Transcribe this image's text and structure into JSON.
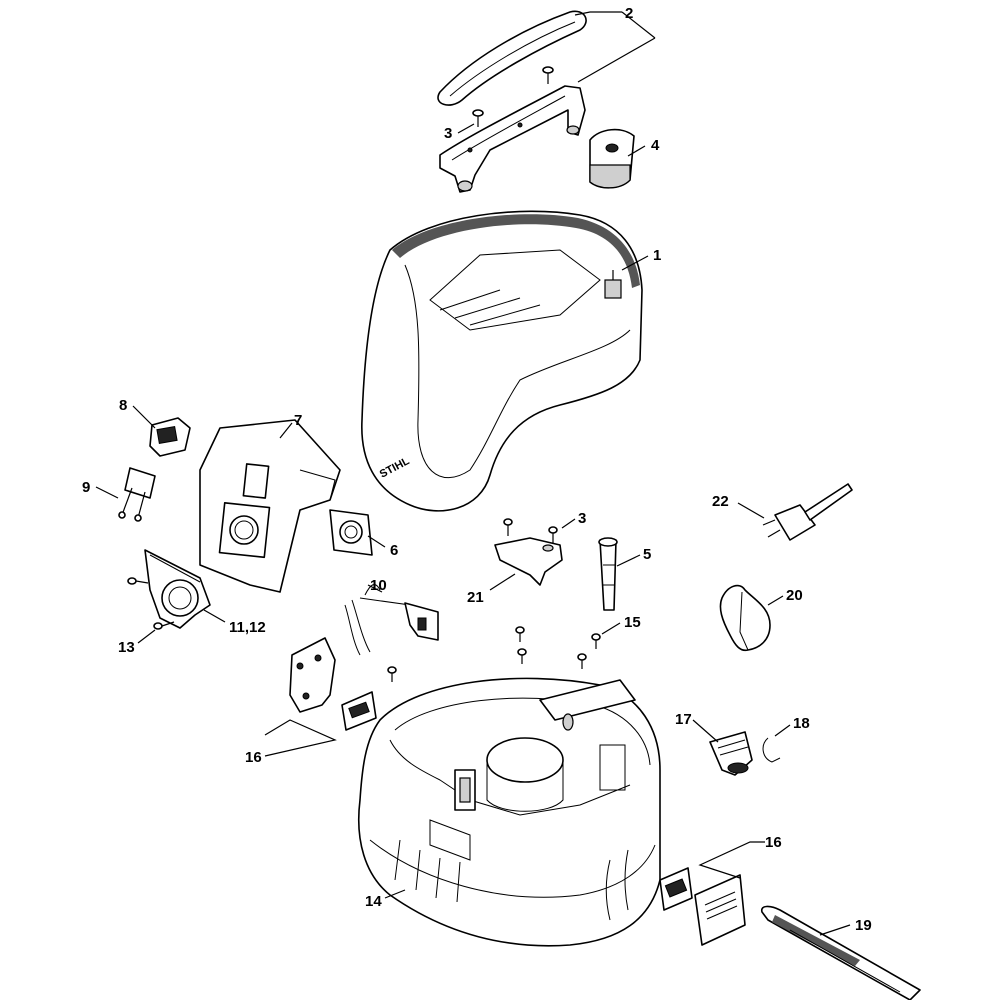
{
  "diagram": {
    "brand_logo": "STIHL",
    "callouts": [
      {
        "id": "c2",
        "label": "2"
      },
      {
        "id": "c3a",
        "label": "3"
      },
      {
        "id": "c4",
        "label": "4"
      },
      {
        "id": "c1",
        "label": "1"
      },
      {
        "id": "c8",
        "label": "8"
      },
      {
        "id": "c7",
        "label": "7"
      },
      {
        "id": "c9",
        "label": "9"
      },
      {
        "id": "c6",
        "label": "6"
      },
      {
        "id": "c22",
        "label": "22"
      },
      {
        "id": "c3b",
        "label": "3"
      },
      {
        "id": "c5",
        "label": "5"
      },
      {
        "id": "c10",
        "label": "10"
      },
      {
        "id": "c21",
        "label": "21"
      },
      {
        "id": "c20",
        "label": "20"
      },
      {
        "id": "c1112",
        "label": "11,12"
      },
      {
        "id": "c13",
        "label": "13"
      },
      {
        "id": "c15",
        "label": "15"
      },
      {
        "id": "c16a",
        "label": "16"
      },
      {
        "id": "c17",
        "label": "17"
      },
      {
        "id": "c18",
        "label": "18"
      },
      {
        "id": "c16b",
        "label": "16"
      },
      {
        "id": "c14",
        "label": "14"
      },
      {
        "id": "c19",
        "label": "19"
      }
    ]
  }
}
